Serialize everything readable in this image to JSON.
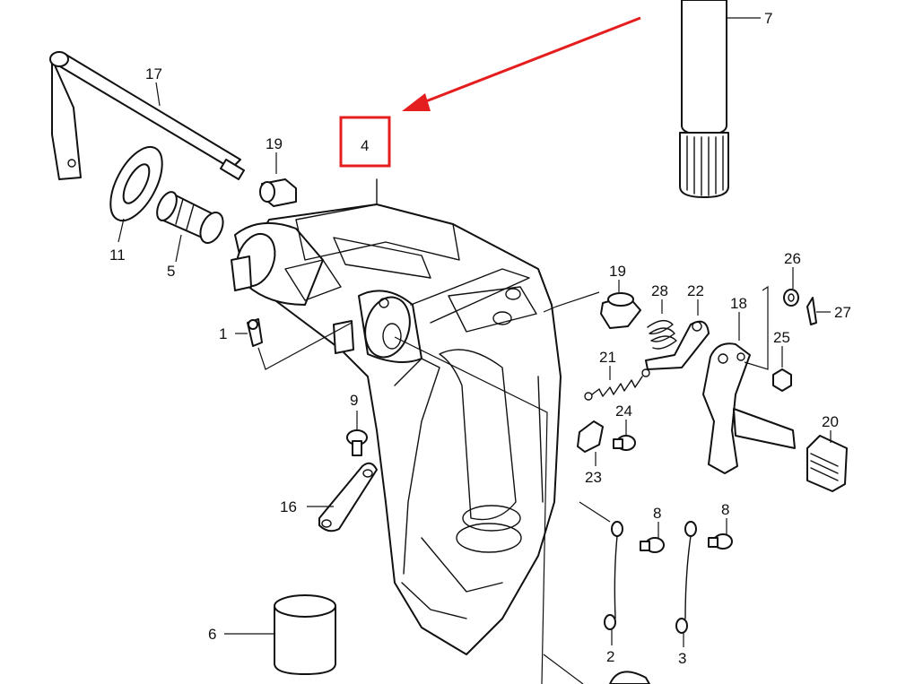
{
  "highlight": {
    "color": "#e41e1e",
    "label": "4"
  },
  "callouts": {
    "c1": "1",
    "c2a": "2",
    "c3": "3",
    "c4": "4",
    "c5": "5",
    "c6": "6",
    "c7": "7",
    "c8a": "8",
    "c8b": "8",
    "c9": "9",
    "c11": "11",
    "c16": "16",
    "c17": "17",
    "c18": "18",
    "c19a": "19",
    "c19b": "19",
    "c20": "20",
    "c21": "21",
    "c22": "22",
    "c23": "23",
    "c24": "24",
    "c25": "25",
    "c26": "26",
    "c27": "27",
    "c28": "28"
  }
}
